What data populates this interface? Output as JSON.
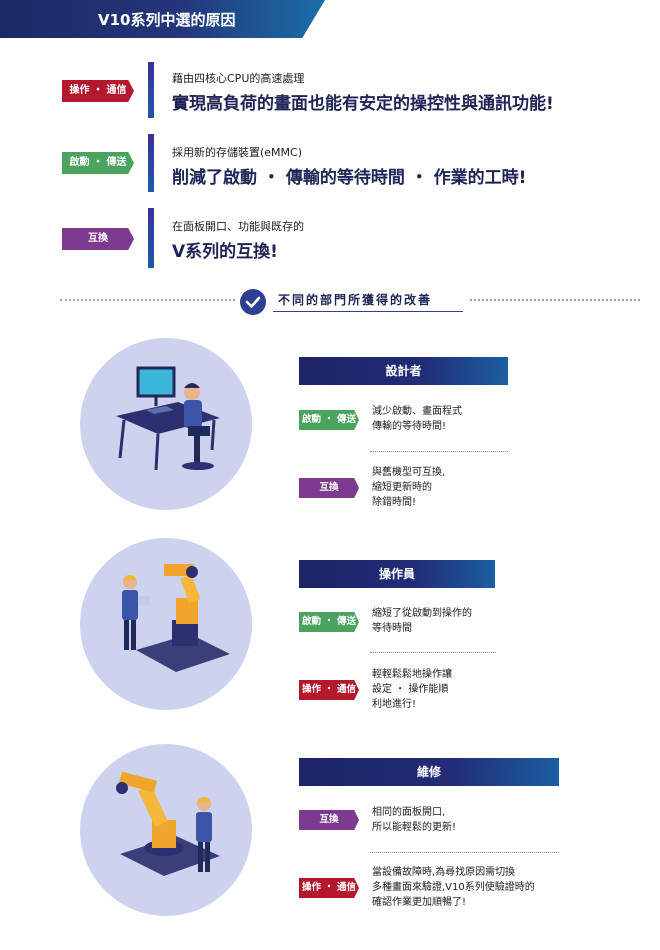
{
  "header": {
    "title": "V10系列中選的原因"
  },
  "reasons": [
    {
      "tag": "操作 ・ 通信",
      "small": "藉由四核心CPU的高速處理",
      "big": "實現高負荷的畫面也能有安定的操控性與通訊功能!"
    },
    {
      "tag": "啟動 ・ 傳送",
      "small": "採用新的存儲裝置(eMMC)",
      "big": "削減了啟動 ・ 傳輸的等待時間 ・ 作業的工時!"
    },
    {
      "tag": "互換",
      "small": "在面板開口、功能與既存的",
      "big": "V系列的互換!"
    }
  ],
  "section": {
    "title": "不同的部門所獲得的改善"
  },
  "roles": [
    {
      "name": "設計者",
      "items": [
        {
          "tag": "啟動 ・ 傳送",
          "lines": [
            "減少啟動、畫面程式",
            "傳輸的等待時間!"
          ]
        },
        {
          "tag": "互換",
          "lines": [
            "與舊機型可互換,",
            "縮短更新時的",
            "除錯時間!"
          ]
        }
      ]
    },
    {
      "name": "操作員",
      "items": [
        {
          "tag": "啟動 ・ 傳送",
          "lines": [
            "縮短了從啟動到操作的",
            "等待時間"
          ]
        },
        {
          "tag": "操作 ・ 通信",
          "lines": [
            "輕輕鬆鬆地操作讓",
            "設定 ・ 操作能順",
            "利地進行!"
          ]
        }
      ]
    },
    {
      "name": "維修",
      "items": [
        {
          "tag": "互換",
          "lines": [
            "相同的面板開口,",
            "所以能輕鬆的更新!"
          ]
        },
        {
          "tag": "操作 ・ 通信",
          "lines": [
            "當設備故障時,為尋找原因需切換",
            "多種畫面來驗證,V10系列使驗證時的",
            "確認作業更加順暢了!"
          ]
        }
      ]
    }
  ],
  "colors": {
    "navy": "#1e2456",
    "red": "#b3182c",
    "green": "#4aa35f",
    "purple": "#7d3a8f",
    "circle": "#cdd3ee"
  }
}
